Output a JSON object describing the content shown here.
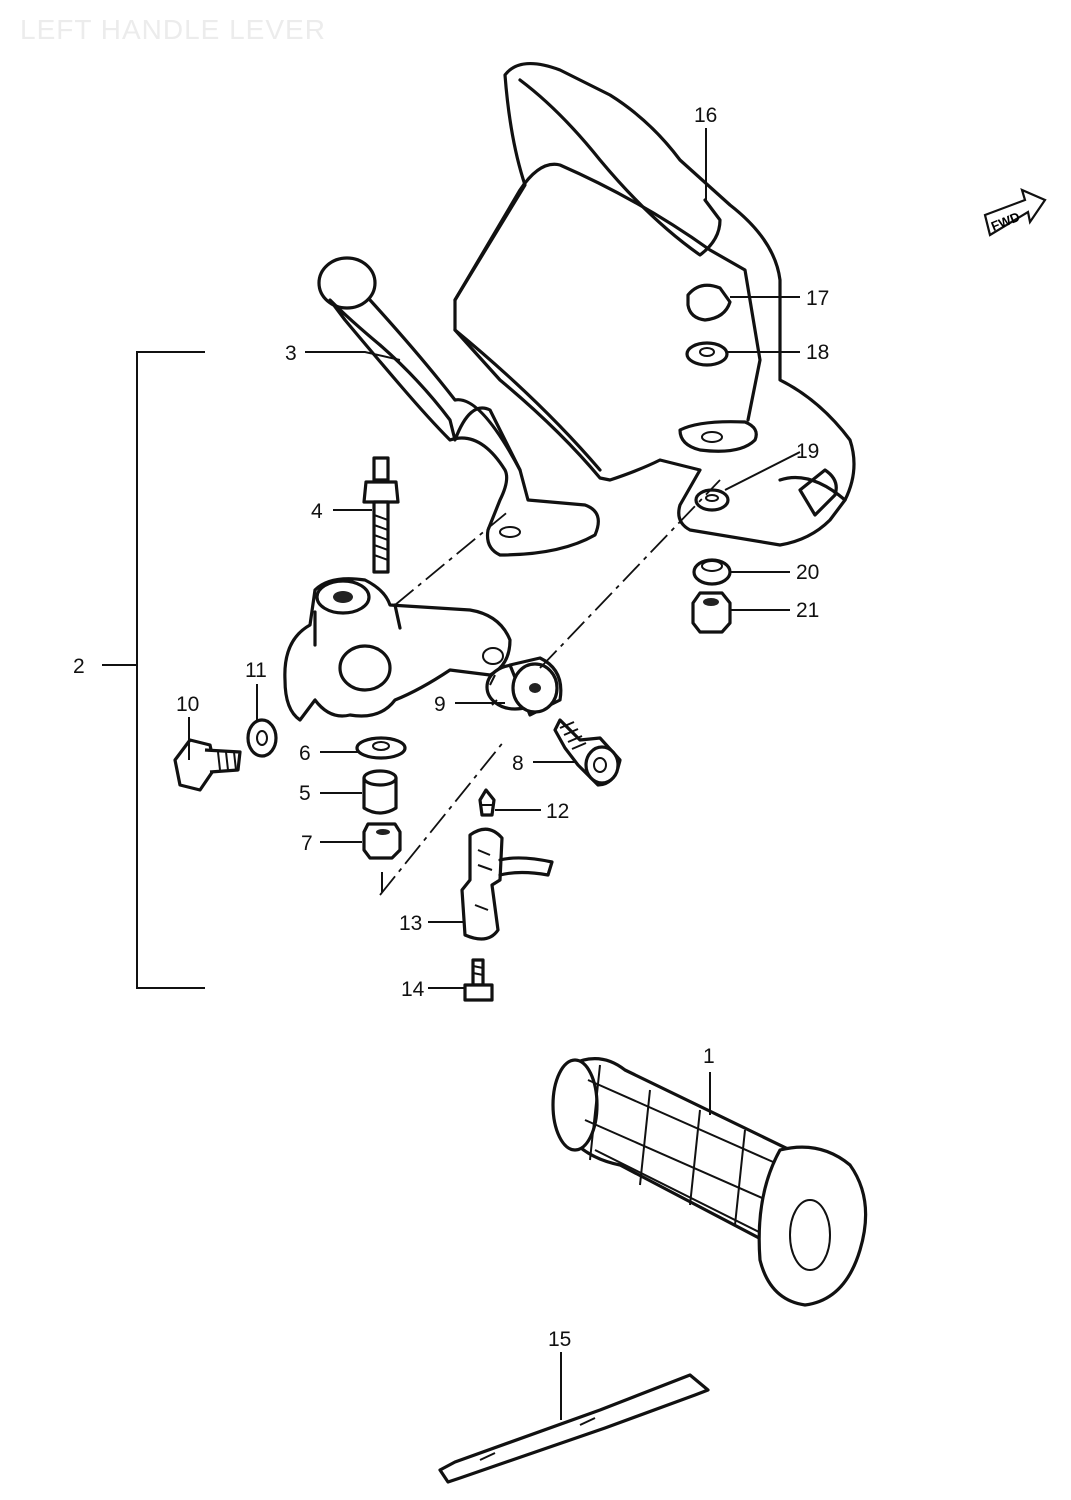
{
  "title": "LEFT HANDLE LEVER",
  "direction_badge": "FWD",
  "callouts": [
    {
      "id": "c1",
      "label": "1"
    },
    {
      "id": "c2",
      "label": "2"
    },
    {
      "id": "c3",
      "label": "3"
    },
    {
      "id": "c4",
      "label": "4"
    },
    {
      "id": "c5",
      "label": "5"
    },
    {
      "id": "c6",
      "label": "6"
    },
    {
      "id": "c7",
      "label": "7"
    },
    {
      "id": "c8",
      "label": "8"
    },
    {
      "id": "c9",
      "label": "9"
    },
    {
      "id": "c10",
      "label": "10"
    },
    {
      "id": "c11",
      "label": "11"
    },
    {
      "id": "c12",
      "label": "12"
    },
    {
      "id": "c13",
      "label": "13"
    },
    {
      "id": "c14",
      "label": "14"
    },
    {
      "id": "c15",
      "label": "15"
    },
    {
      "id": "c16",
      "label": "16"
    },
    {
      "id": "c17",
      "label": "17"
    },
    {
      "id": "c18",
      "label": "18"
    },
    {
      "id": "c19",
      "label": "19"
    },
    {
      "id": "c20",
      "label": "20"
    },
    {
      "id": "c21",
      "label": "21"
    }
  ]
}
